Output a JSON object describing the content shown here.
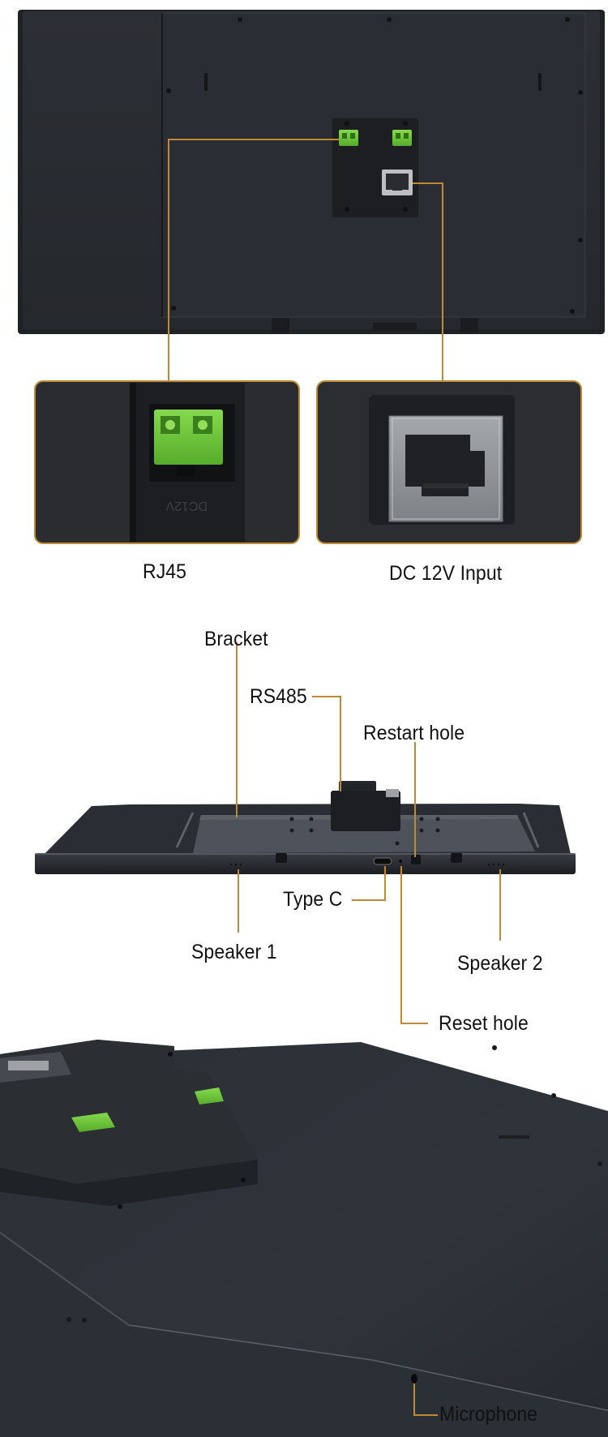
{
  "labels": {
    "rj45": "RJ45",
    "dc_input": "DC 12V Input",
    "bracket": "Bracket",
    "rs485": "RS485",
    "restart_hole": "Restart hole",
    "type_c": "Type C",
    "speaker_1": "Speaker 1",
    "speaker_2": "Speaker 2",
    "reset_hole": "Reset hole",
    "microphone": "Microphone"
  },
  "device_markings": {
    "dc12v_engraving": "DC12V"
  },
  "colors": {
    "callout_line": "#c08a34",
    "device_body": "#2d3036",
    "device_dark": "#1e2126",
    "connector_green": "#6fc63a",
    "background": "#ffffff",
    "label_text": "#111111"
  }
}
